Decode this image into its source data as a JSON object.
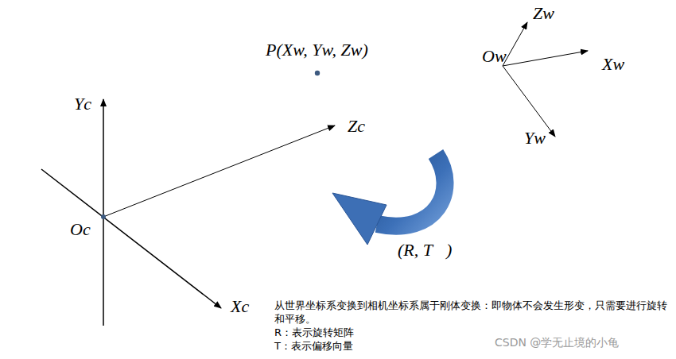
{
  "diagram": {
    "labels": [
      "Yc",
      "Oc",
      "Xc",
      "Zc",
      "P(Xw, Yw, Zw)",
      "Zw",
      "Ow",
      "Xw",
      "Yw",
      "(R, T⃗)",
      "从世界坐标系变换到相机坐标系属于刚体变换：即物体不会发生形变，只需要进行旋转和平移。",
      "R：表示旋转矩阵",
      "T：表示偏移向量",
      "CSDN @学无止境的小龟"
    ]
  }
}
